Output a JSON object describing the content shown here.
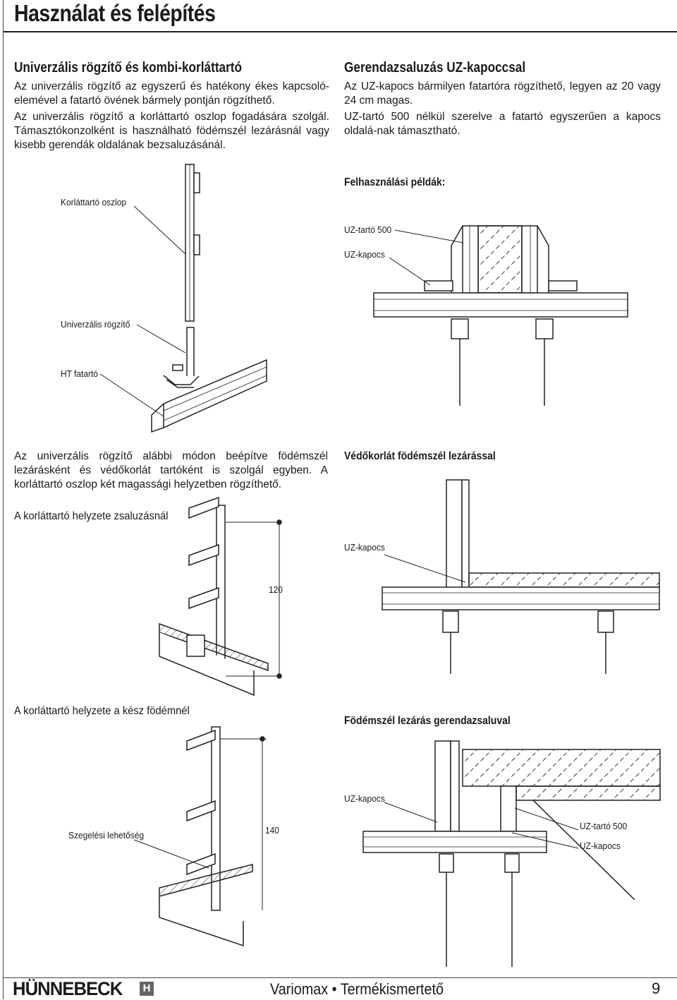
{
  "page": {
    "title": "Használat és felépítés"
  },
  "left_section": {
    "heading": "Univerzális rögzítő és kombi-korláttartó",
    "paragraph1": "Az univerzális rögzítő az egyszerű és hatékony ékes kapcsoló-elemével a fatartó övének bármely pontján rögzíthető.",
    "paragraph2": "Az univerzális rögzítő a korláttartó oszlop fogadására szolgál. Támasztókonzolként is használható födémszél lezárásnál vagy kisebb gerendák oldalának bezsaluzásánál."
  },
  "right_section": {
    "heading": "Gerendazsaluzás UZ-kapoccsal",
    "paragraph1": "Az UZ-kapocs bármilyen fatartóra rögzíthető, legyen az 20 vagy 24 cm magas.",
    "paragraph2": "UZ-tartó 500 nélkül szerelve a fatartó egyszerűen a kapocs oldalá-nak támasztható.",
    "examples_heading": "Felhasználási példák:"
  },
  "diagram_labels": {
    "korlattarto_oszlop": "Korláttartó oszlop",
    "univerzalis_rogzito": "Univerzális rögzítő",
    "ht_fatarto": "HT fatartó",
    "uz_tarto_500_a": "UZ-tartó 500",
    "uz_kapocs_a": "UZ-kapocs",
    "uz_kapocs_b": "UZ-kapocs",
    "dim_120": "120",
    "dim_140": "140",
    "szegelesi": "Szegelési lehetőség",
    "uz_kapocs_c": "UZ-kapocs",
    "uz_tarto_500_b": "UZ-tartó 500",
    "uz_kapocs_d": "UZ-kapocs"
  },
  "middle": {
    "paragraph": "Az univerzális rögzítő alábbi módon beépítve födémszél lezárásként és védőkorlát tartóként is szolgál egyben. A korláttartó oszlop két magassági helyzetben rögzíthető.",
    "pos1": "A korláttartó helyzete zsaluzásnál",
    "pos2": "A korláttartó helyzete a kész födémnél",
    "vedokorlat_heading": "Védőkorlát födémszél lezárással",
    "fodemszel_heading": "Födémszél lezárás gerendazsaluval"
  },
  "footer": {
    "logo": "HÜNNEBECK",
    "logo_mark": "H",
    "doc_title": "Variomax • Termékismertető",
    "page_number": "9"
  }
}
